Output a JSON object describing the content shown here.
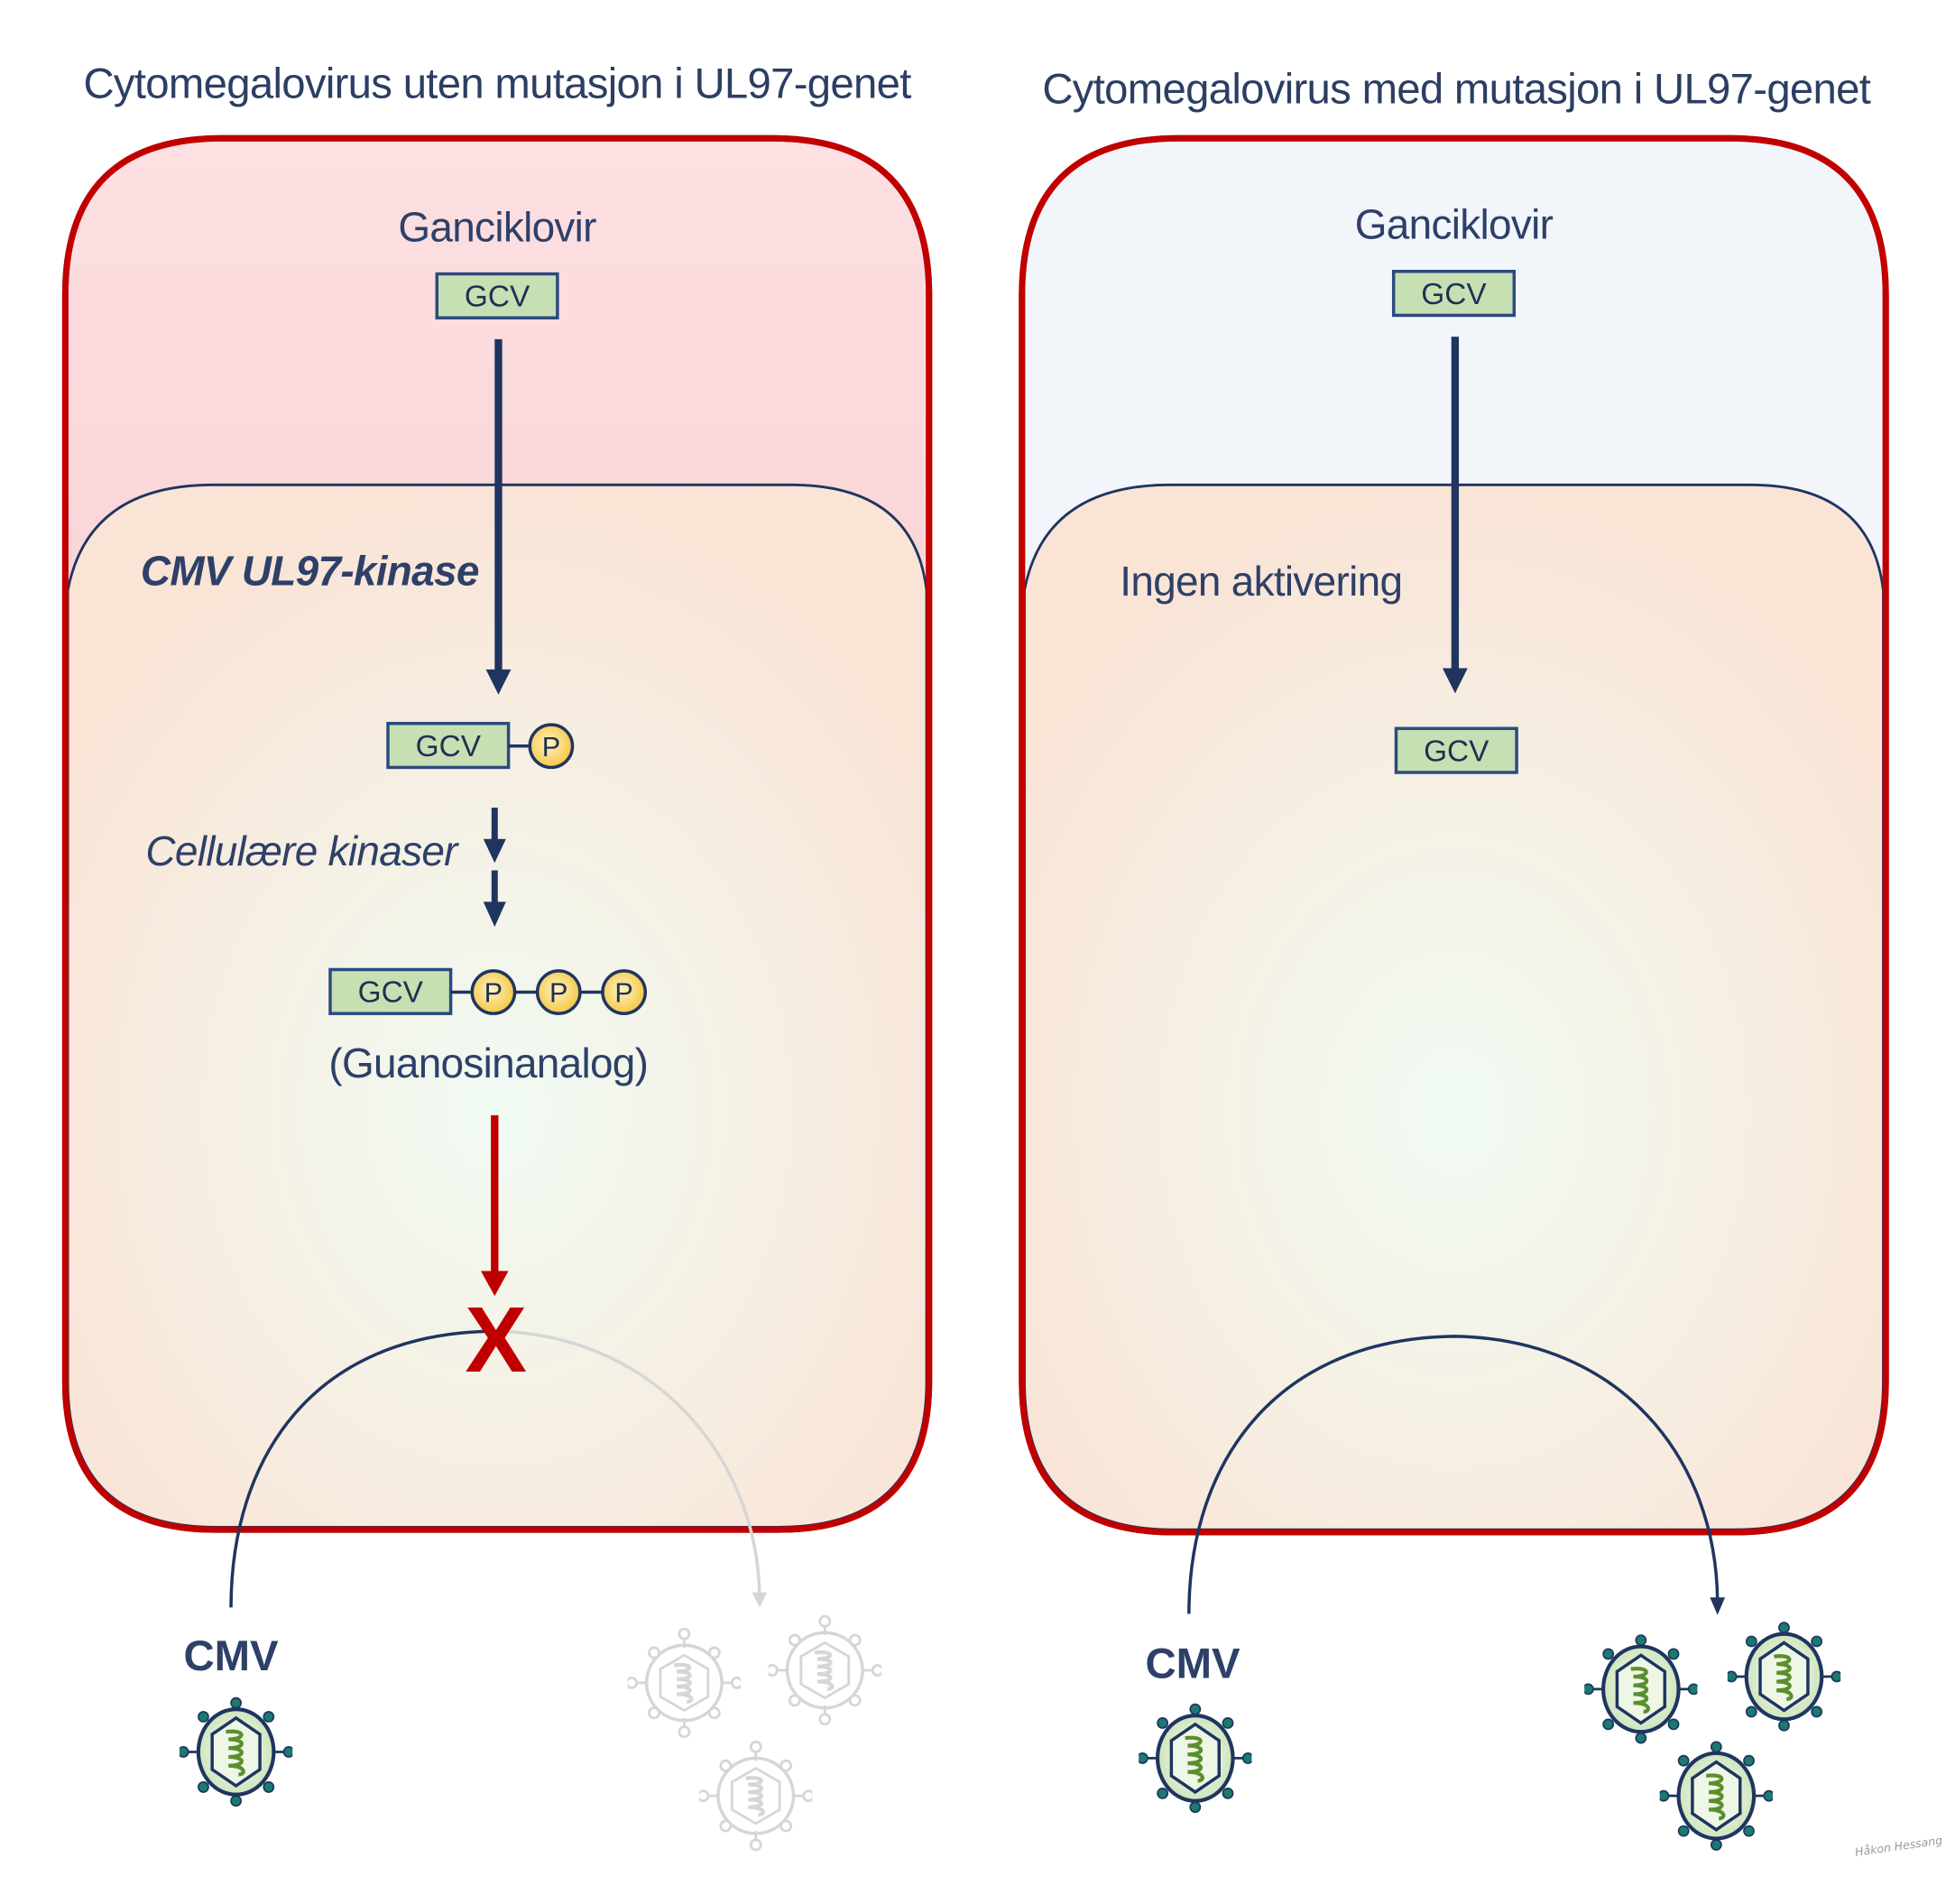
{
  "panels": [
    {
      "title": "Cytomegalovirus uten mutasjon i UL97-genet",
      "drug_name": "Ganciklovir",
      "drug_box": "GCV",
      "kinase_label": "CMV UL97-kinase",
      "mono_phosphate": {
        "box": "GCV",
        "phosphates": [
          "P"
        ]
      },
      "cellular_kinases_label": "Cellulære kinaser",
      "tri_phosphate": {
        "box": "GCV",
        "phosphates": [
          "P",
          "P",
          "P"
        ]
      },
      "analog_label": "(Guanosinanalog)",
      "block_mark": "X",
      "virus_label": "CMV",
      "progeny_count": 3,
      "progeny_state": "blocked"
    },
    {
      "title": "Cytomegalovirus med mutasjon i UL97-genet",
      "drug_name": "Ganciklovir",
      "drug_box": "GCV",
      "no_activation_label": "Ingen aktivering",
      "result_box": "GCV",
      "virus_label": "CMV",
      "progeny_count": 3,
      "progeny_state": "replicating"
    }
  ],
  "signature": "Håkon Hessang",
  "colors": {
    "cell_border": "#c00000",
    "extracellular_left": "#f7cdd0",
    "extracellular_right": "#f2f6fb",
    "cytoplasm": "#f8e6d8",
    "arrow": "#1f3560",
    "block_arrow": "#c00000",
    "gcv_fill": "#c6e0b4",
    "phosphate_fill": "#f7c948",
    "virus_fill": "#d7ebc9",
    "virus_dna": "#5b8f2e",
    "virus_spike": "#1a7a6e",
    "ghost": "#d6d6d6"
  }
}
